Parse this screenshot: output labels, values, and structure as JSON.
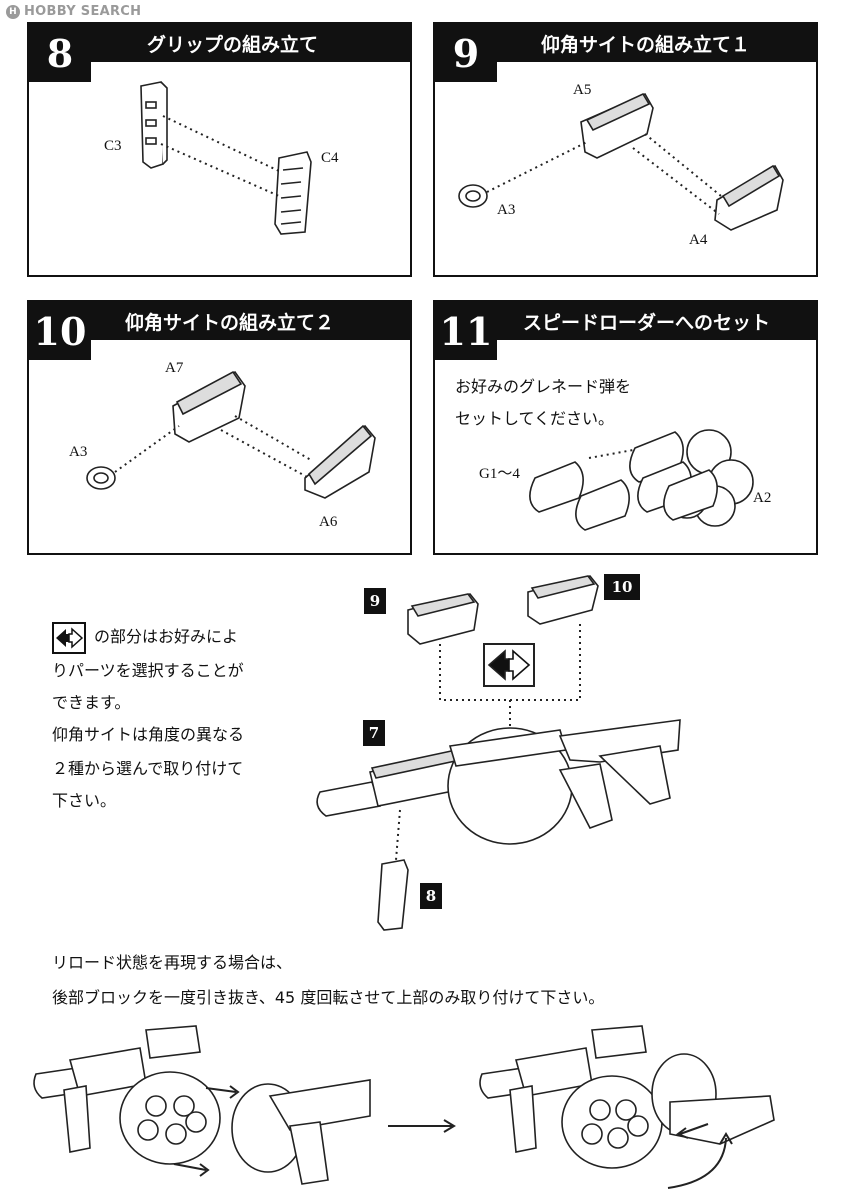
{
  "watermark": "HOBBY SEARCH",
  "steps": [
    {
      "number": "8",
      "title": "グリップの組み立て",
      "parts": [
        "C3",
        "C4"
      ]
    },
    {
      "number": "9",
      "title": "仰角サイトの組み立て１",
      "parts": [
        "A5",
        "A3",
        "A4"
      ]
    },
    {
      "number": "10",
      "title": "仰角サイトの組み立て２",
      "parts": [
        "A7",
        "A3",
        "A6"
      ]
    },
    {
      "number": "11",
      "title": "スピードローダーへのセット",
      "parts": [
        "G1～4",
        "A2"
      ],
      "note_lines": [
        "お好みのグレネード弾を",
        "セットしてください。"
      ]
    }
  ],
  "option_note": {
    "lines": [
      "の部分はお好みによ",
      "りパーツを選択することが",
      "できます。",
      "仰角サイトは角度の異なる",
      "２種から選んで取り付けて",
      "下さい。"
    ]
  },
  "assembly_tags": [
    "9",
    "10",
    "7",
    "8"
  ],
  "reload_note": {
    "lines": [
      "リロード状態を再現する場合は、",
      "後部ブロックを一度引き抜き、45 度回転させて上部のみ取り付けて下さい。"
    ]
  }
}
